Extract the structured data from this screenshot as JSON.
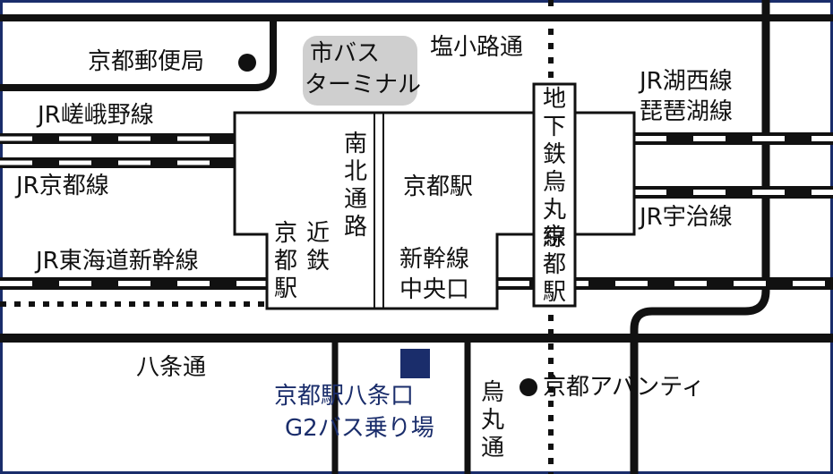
{
  "colors": {
    "ink": "#111111",
    "accent": "#1a2d6b",
    "terminal": "#cfcfcf"
  },
  "labels": {
    "post_office": "京都郵便局",
    "bus_terminal_1": "市バス",
    "bus_terminal_2": "ターミナル",
    "shiokoji": "塩小路通",
    "jr_sagano": "JR嵯峨野線",
    "jr_kyoto": "JR京都線",
    "jr_tokaido_shinkansen": "JR東海道新幹線",
    "jr_kosai_1": "JR湖西線",
    "jr_kosai_2": "琵琶湖線",
    "jr_uji": "JR宇治線",
    "nanboku": "南北通路",
    "kyoto_station": "京都駅",
    "kintetsu_1": "近鉄",
    "kintetsu_2": "京都駅",
    "shinkansen_1": "新幹線",
    "shinkansen_2": "中央口",
    "subway_1": "地下鉄烏丸線",
    "subway_2": "京都駅",
    "hachijo": "八条通",
    "karasuma": "烏丸通",
    "avanti": "京都アバンティ",
    "dest_1": "京都駅八条口",
    "dest_2": "G2バス乗り場"
  }
}
